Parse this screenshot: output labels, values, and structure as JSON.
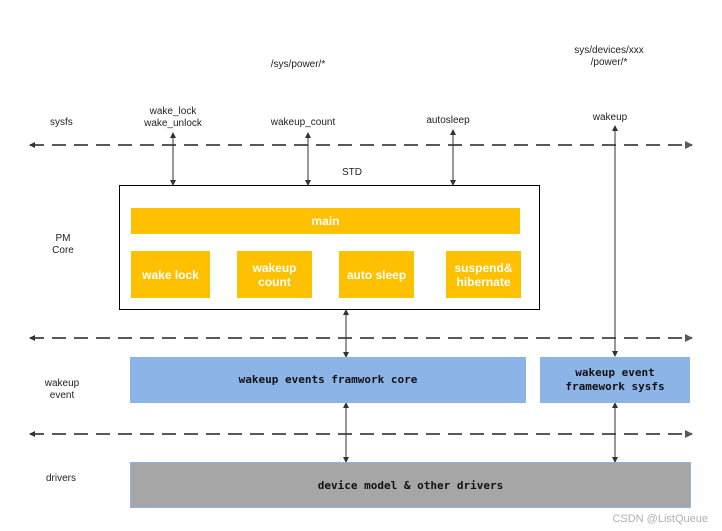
{
  "labels": {
    "sys_power": "/sys/power/*",
    "sys_devices": "sys/devices/xxx\n/power/*",
    "sysfs": "sysfs",
    "wake_lock_api": "wake_lock\nwake_unlock",
    "wakeup_count_api": "wakeup_count",
    "autosleep_api": "autosleep",
    "wakeup_api": "wakeup",
    "std": "STD",
    "pm_core": "PM\nCore",
    "wakeup_event": "wakeup\nevent",
    "drivers": "drivers"
  },
  "pm_core": {
    "main": "main",
    "modules": [
      "wake lock",
      "wakeup\ncount",
      "auto sleep",
      "suspend&\nhibernate"
    ]
  },
  "wakeup_layer": {
    "framework_core": "wakeup events framwork core",
    "framework_sysfs": "wakeup event\nframework sysfs"
  },
  "drivers_layer": {
    "device_model": "device model & other drivers"
  },
  "watermark": "CSDN @ListQueue",
  "colors": {
    "module": "#ffc000",
    "wakeup_framework": "#8db4e7",
    "drivers": "#a6a6a6",
    "divider": "#595959"
  }
}
